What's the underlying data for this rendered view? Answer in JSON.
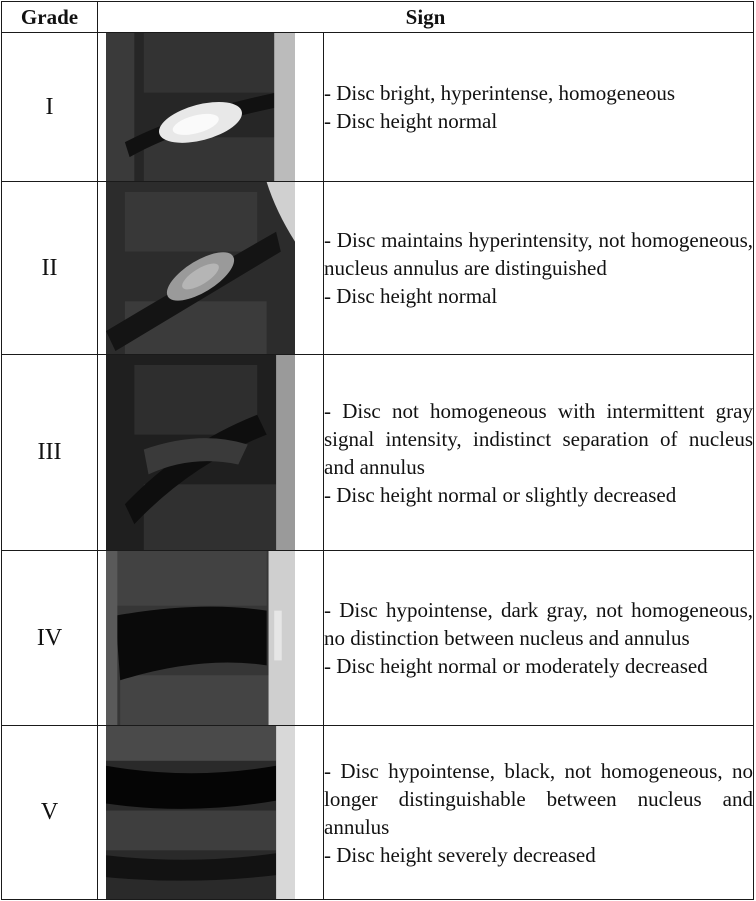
{
  "header": {
    "grade": "Grade",
    "sign": "Sign"
  },
  "rows": [
    {
      "grade": "I",
      "sign": [
        "- Disc bright, hyperintense, homogeneous",
        "- Disc height normal"
      ]
    },
    {
      "grade": "II",
      "sign": [
        "- Disc maintains hyperintensity, not homogeneous, nucleus annulus are distinguished",
        "- Disc height normal"
      ]
    },
    {
      "grade": "III",
      "sign": [
        "- Disc not homogeneous with intermittent gray signal intensity, indistinct separation of nucleus and annulus",
        "- Disc height normal or slightly decreased"
      ]
    },
    {
      "grade": "IV",
      "sign": [
        "- Disc hypointense, dark gray, not homogeneous, no distinction between nucleus and annulus",
        "- Disc height normal or moderately decreased"
      ]
    },
    {
      "grade": "V",
      "sign": [
        "- Disc hypointense, black, not homogeneous, no longer distinguishable between nucleus and annulus",
        "- Disc height severely decreased"
      ]
    }
  ]
}
